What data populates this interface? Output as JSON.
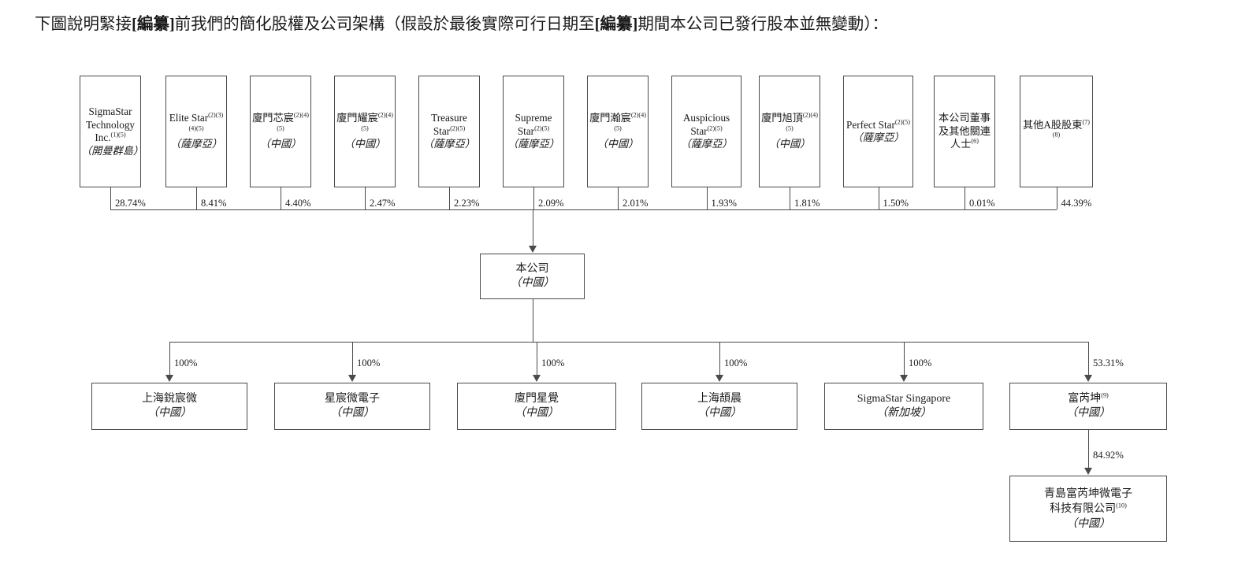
{
  "heading": {
    "part1": "下圖說明緊接",
    "bracket1": "[編纂]",
    "part2": "前我們的簡化股權及公司架構（假設於最後實際可行日期至",
    "bracket2": "[編纂]",
    "part3": "期間本公司已發行股本並無變動）："
  },
  "chart_data": {
    "type": "diagram",
    "title": "簡化股權及公司架構",
    "tier1": [
      {
        "name": "SigmaStar Technology Inc.",
        "sup": "(1)(5)",
        "location": "（開曼群島）",
        "pct": "28.74%"
      },
      {
        "name": "Elite Star",
        "sup": "(2)(3)(4)(5)",
        "location": "（薩摩亞）",
        "pct": "8.41%"
      },
      {
        "name": "廈門芯宸",
        "sup": "(2)(4)(5)",
        "location": "（中國）",
        "pct": "4.40%"
      },
      {
        "name": "廈門耀宸",
        "sup": "(2)(4)(5)",
        "location": "（中國）",
        "pct": "2.47%"
      },
      {
        "name": "Treasure Star",
        "sup": "(2)(5)",
        "location": "（薩摩亞）",
        "pct": "2.23%"
      },
      {
        "name": "Supreme Star",
        "sup": "(2)(5)",
        "location": "（薩摩亞）",
        "pct": "2.09%"
      },
      {
        "name": "廈門瀚宸",
        "sup": "(2)(4)(5)",
        "location": "（中國）",
        "pct": "2.01%"
      },
      {
        "name": "Auspicious Star",
        "sup": "(2)(5)",
        "location": "（薩摩亞）",
        "pct": "1.93%"
      },
      {
        "name": "廈門旭頂",
        "sup": "(2)(4)(5)",
        "location": "（中國）",
        "pct": "1.81%"
      },
      {
        "name": "Perfect Star",
        "sup": "(2)(5)",
        "location": "（薩摩亞）",
        "pct": "1.50%"
      },
      {
        "name": "本公司董事及其他關連人士",
        "sup": "(6)",
        "location": "",
        "pct": "0.01%"
      },
      {
        "name": "其他A股股東",
        "sup": "(7)(8)",
        "location": "",
        "pct": "44.39%"
      }
    ],
    "company": {
      "name": "本公司",
      "location": "（中國）"
    },
    "tier3": [
      {
        "name": "上海銳宸微",
        "sup": "",
        "location": "（中國）",
        "pct": "100%"
      },
      {
        "name": "星宸微電子",
        "sup": "",
        "location": "（中國）",
        "pct": "100%"
      },
      {
        "name": "廈門星覺",
        "sup": "",
        "location": "（中國）",
        "pct": "100%"
      },
      {
        "name": "上海頡晨",
        "sup": "",
        "location": "（中國）",
        "pct": "100%"
      },
      {
        "name": "SigmaStar Singapore",
        "sup": "",
        "location": "（新加坡）",
        "pct": "100%"
      },
      {
        "name": "富芮坤",
        "sup": "(9)",
        "location": "（中國）",
        "pct": "53.31%"
      }
    ],
    "tier4": {
      "name_line1": "青島富芮坤微電子",
      "name_line2": "科技有限公司",
      "sup": "(10)",
      "location": "（中國）",
      "pct": "84.92%"
    }
  }
}
